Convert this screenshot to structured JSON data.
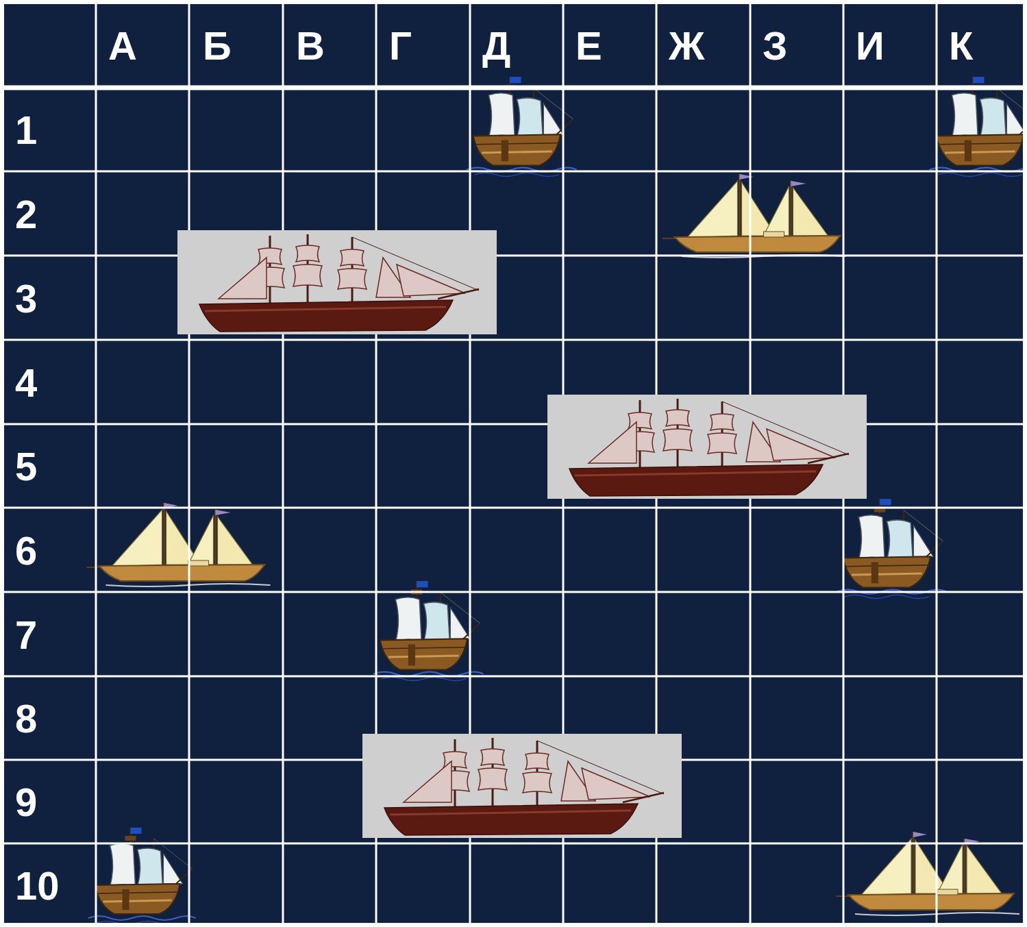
{
  "diagram": {
    "labels": [
      "А",
      "Б",
      "В",
      "Г",
      "Д",
      "Е",
      "Ж",
      "З",
      "И",
      "К",
      "1",
      "2",
      "3",
      "4",
      "5",
      "6",
      "7",
      "8",
      "9",
      "10"
    ]
  }
}
